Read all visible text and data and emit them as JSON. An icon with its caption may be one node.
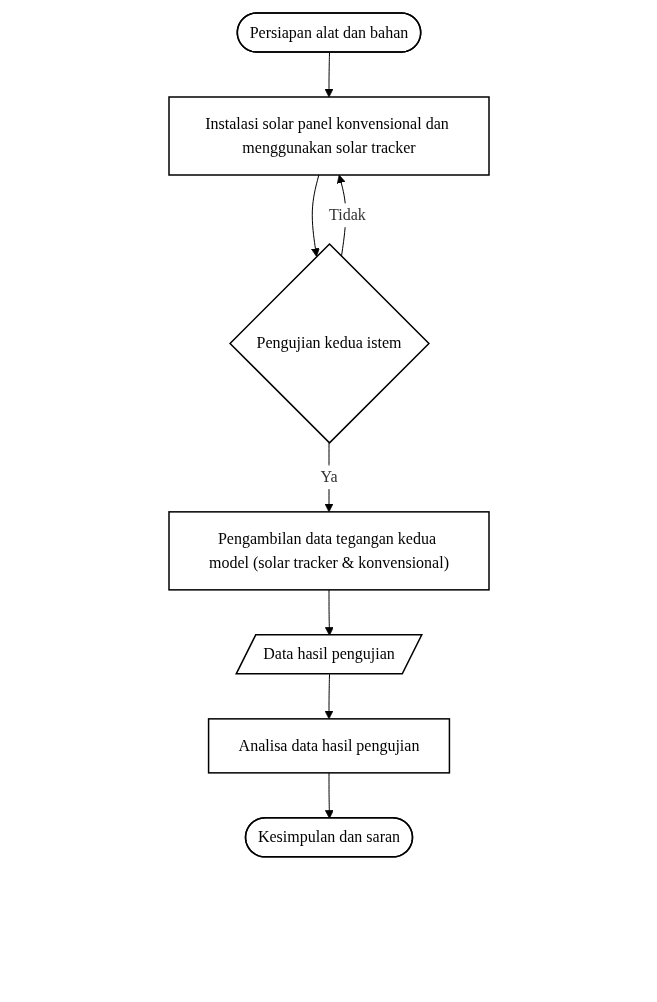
{
  "diagram": {
    "nodes": [
      {
        "text": [
          "Persiapan alat dan bahan"
        ]
      },
      {
        "text": [
          "Instalasi solar panel konvensional dan menggunakan solar tracker"
        ]
      },
      {
        "text": [
          "Pengujian kedua istem"
        ]
      },
      {
        "text": [
          "Pengambilan data tegangan kedua model (solar tracker & konvensional)"
        ]
      },
      {
        "text": [
          "Data hasil pengujian"
        ]
      },
      {
        "text": [
          "Analisa data hasil pengujian"
        ]
      },
      {
        "text": [
          "Kesimpulan dan saran"
        ]
      }
    ],
    "edges": [
      {
        "from": 0,
        "to": 1,
        "arrow": "to"
      },
      {
        "from": 1,
        "to": 2,
        "arrow": "to"
      },
      {
        "from": 2,
        "to": 3,
        "arrow": "to",
        "label": "Ya"
      },
      {
        "from": 2,
        "to": 1,
        "arrow": "to",
        "label": "Tidak"
      },
      {
        "from": 3,
        "to": 4,
        "arrow": "to"
      },
      {
        "from": 4,
        "to": 5,
        "arrow": "to"
      },
      {
        "from": 5,
        "to": 6,
        "arrow": "to"
      }
    ]
  }
}
